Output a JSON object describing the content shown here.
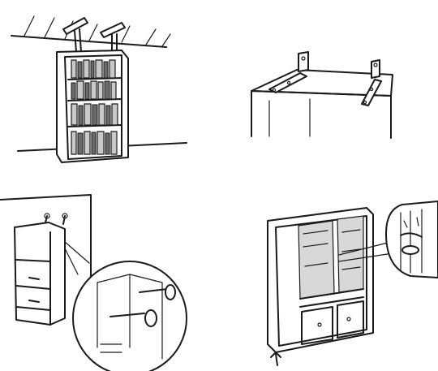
{
  "illustration": {
    "panels": [
      {
        "subject": "bookshelf-anchored-to-ceiling-with-tension-poles"
      },
      {
        "subject": "l-brackets-fixed-on-cabinet-top"
      },
      {
        "subject": "refrigerator-strapped-to-wall-with-detail-inset"
      },
      {
        "subject": "glass-door-cabinet-with-door-latch-inset-and-floor-wedge"
      }
    ]
  },
  "colors": {
    "ink": "#1a1a1a",
    "shade": "#c9c9c9",
    "background": "#ffffff"
  }
}
